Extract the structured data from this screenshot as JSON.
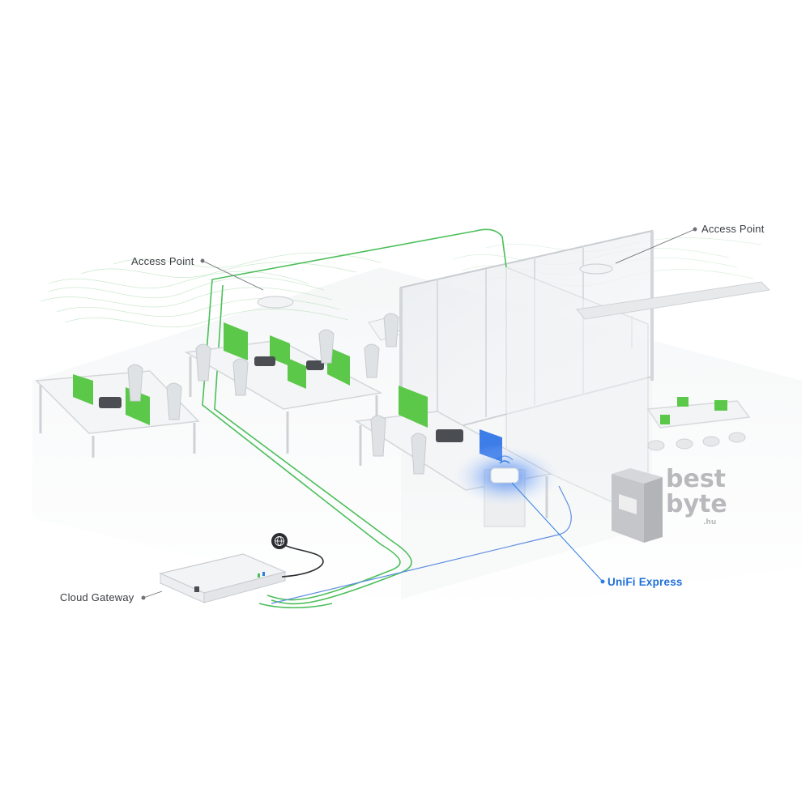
{
  "labels": {
    "access_point_left": "Access Point",
    "access_point_right": "Access Point",
    "cloud_gateway": "Cloud Gateway",
    "unifi_express": "UniFi Express"
  },
  "watermark": {
    "line1": "best",
    "line2": "byte",
    "suffix": ".hu"
  },
  "colors": {
    "ethernet_green": "#4cbf5a",
    "wifi_blue": "#2f7de1",
    "monitor_green": "#5cc84a",
    "label_text": "#3a3d42",
    "accent_label": "#1f6fd8"
  },
  "icons": {
    "internet": "globe-icon"
  }
}
